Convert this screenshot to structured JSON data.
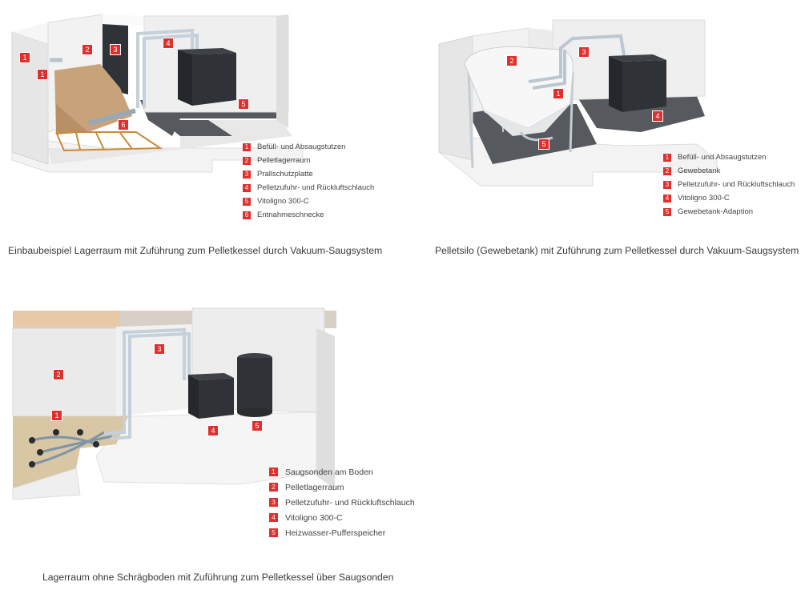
{
  "figures": [
    {
      "legend": [
        {
          "num": "1",
          "text": "Befüll- und Absaugstutzen"
        },
        {
          "num": "2",
          "text": "Pelletlagerraum"
        },
        {
          "num": "3",
          "text": "Prallschutzplatte"
        },
        {
          "num": "4",
          "text": "Pelletzufuhr- und Rückluftschlauch"
        },
        {
          "num": "5",
          "text": "Vitoligno 300-C"
        },
        {
          "num": "6",
          "text": "Entnahmeschnecke"
        }
      ],
      "caption": "Einbaubeispiel Lagerraum mit Zuführung zum Pelletkessel durch Vakuum-Saugsystem"
    },
    {
      "legend": [
        {
          "num": "1",
          "text": "Befüll- und Absaugstutzen"
        },
        {
          "num": "2",
          "text": "Gewebetank"
        },
        {
          "num": "3",
          "text": "Pelletzufuhr- und Rückluftschlauch"
        },
        {
          "num": "4",
          "text": "Vitoligno 300-C"
        },
        {
          "num": "5",
          "text": "Gewebetank-Adaption"
        }
      ],
      "caption": "Pelletsilo (Gewebetank) mit Zuführung zum Pelletkessel durch Vakuum-Saugsystem"
    },
    {
      "legend": [
        {
          "num": "1",
          "text": "Saugsonden am Boden"
        },
        {
          "num": "2",
          "text": "Pelletlagerraum"
        },
        {
          "num": "3",
          "text": "Pelletzufuhr- und Rückluftschlauch"
        },
        {
          "num": "4",
          "text": "Vitoligno 300-C"
        },
        {
          "num": "5",
          "text": "Heizwasser-Pufferspeicher"
        }
      ],
      "caption": "Lagerraum ohne Schrägboden mit Zuführung zum Pelletkessel über Saugsonden"
    }
  ],
  "badges": {
    "f1": [
      "1",
      "1",
      "2",
      "3",
      "4",
      "5",
      "6"
    ],
    "f2": [
      "1",
      "2",
      "3",
      "4",
      "5"
    ],
    "f3": [
      "1",
      "2",
      "3",
      "4",
      "5"
    ]
  },
  "colors": {
    "marker": "#e0302e",
    "floor": "#55585c",
    "wall": "#ececec",
    "boiler": "#2c2f33",
    "pellets": "#c9a47a"
  }
}
